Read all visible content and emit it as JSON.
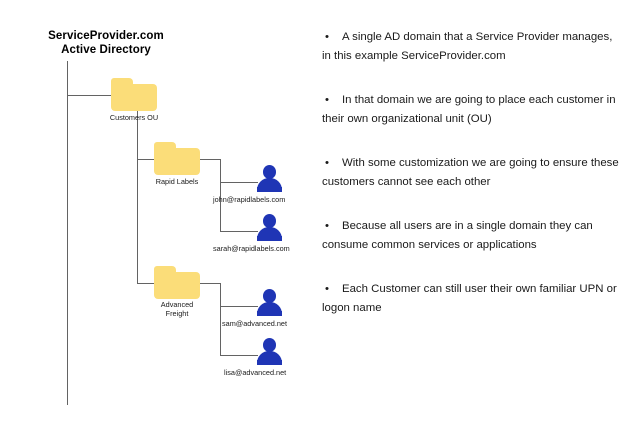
{
  "title": {
    "line1": "ServiceProvider.com",
    "line2": "Active Directory"
  },
  "tree": {
    "root_label": "ServiceProvider.com Active Directory",
    "nodes": [
      {
        "type": "folder",
        "label": "Customers OU"
      },
      {
        "type": "folder",
        "label": "Rapid Labels"
      },
      {
        "type": "folder",
        "label": "Advanced\nFreight"
      }
    ],
    "users": [
      {
        "label": "john@rapidlabels.com",
        "parent": "Rapid Labels"
      },
      {
        "label": "sarah@rapidlabels.com",
        "parent": "Rapid Labels"
      },
      {
        "label": "sam@advanced.net",
        "parent": "Advanced Freight"
      },
      {
        "label": "lisa@advanced.net",
        "parent": "Advanced Freight"
      }
    ]
  },
  "bullets": [
    {
      "marker": "•",
      "text": "A single AD domain that a Service Provider manages, in this example ServiceProvider.com"
    },
    {
      "marker": "•",
      "text": "In that domain we are going to place each customer in their own organizational unit (OU)"
    },
    {
      "marker": "•",
      "text": "With some customization we are going to ensure these customers cannot see each other"
    },
    {
      "marker": "•",
      "text": "Because all users are in a single domain they can consume common services or applications"
    },
    {
      "marker": "•",
      "text": "Each Customer can still user their own familiar UPN or logon name"
    }
  ],
  "colors": {
    "folder": "#FBDD79",
    "user": "#1F35B5",
    "line": "#636363",
    "text": "#1a1a1a",
    "background": "#ffffff"
  }
}
